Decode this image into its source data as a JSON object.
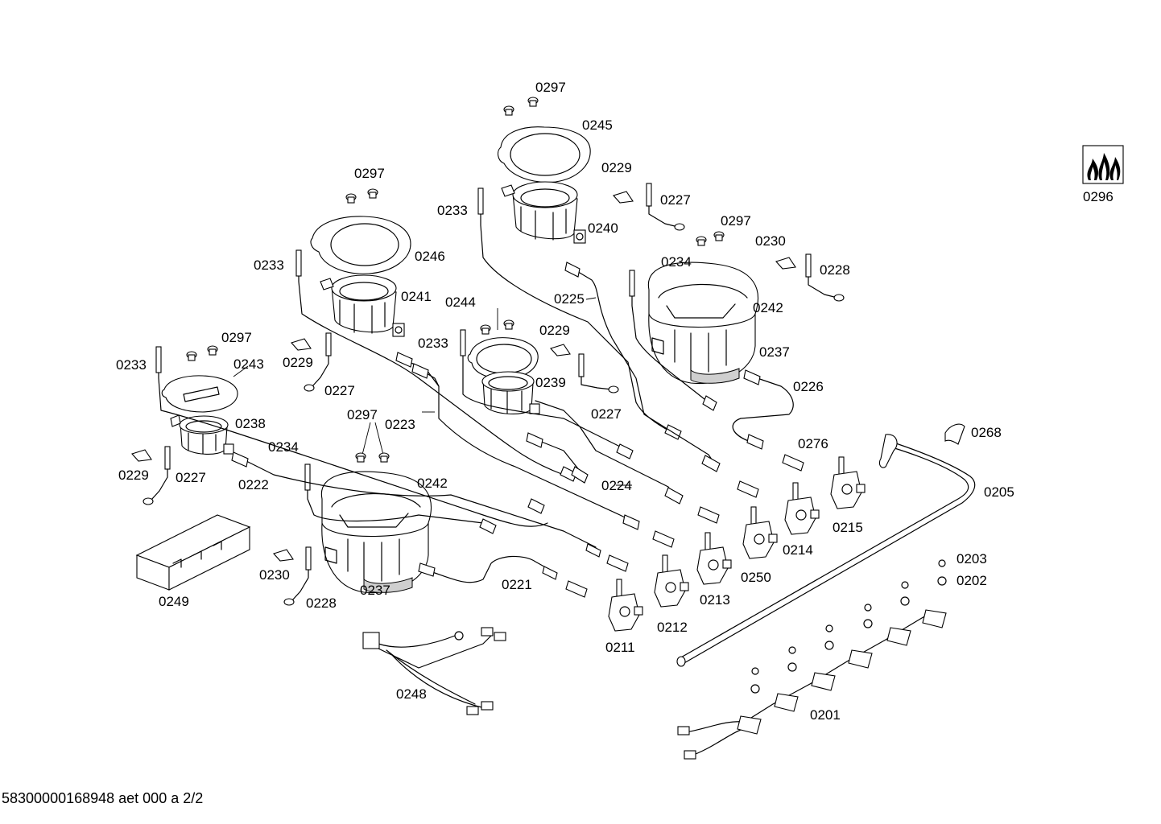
{
  "labels": {
    "l0297a": "0297",
    "l0245": "0245",
    "l0229a": "0229",
    "l0227a": "0227",
    "l0233a": "0233",
    "l0240": "0240",
    "l0297b": "0297",
    "l0246": "0246",
    "l0233b": "0233",
    "l0241": "0241",
    "l0297c": "0297",
    "l0230a": "0230",
    "l0228a": "0228",
    "l0234a": "0234",
    "l0242a": "0242",
    "l0225": "0225",
    "l0244": "0244",
    "l0229b": "0229",
    "l0233c": "0233",
    "l0237a": "0237",
    "l0297d": "0297",
    "l0229c": "0229",
    "l0239": "0239",
    "l0233d": "0233",
    "l0243": "0243",
    "l0227b": "0227",
    "l0226": "0226",
    "l0227c": "0227",
    "l0297e": "0297",
    "l0223": "0223",
    "l0238": "0238",
    "l0268": "0268",
    "l0234b": "0234",
    "l0276": "0276",
    "l0229d": "0229",
    "l0227d": "0227",
    "l0222": "0222",
    "l0242b": "0242",
    "l0224": "0224",
    "l0205": "0205",
    "l0215": "0215",
    "l0214": "0214",
    "l0203": "0203",
    "l0230b": "0230",
    "l0250": "0250",
    "l0202": "0202",
    "l0249": "0249",
    "l0228b": "0228",
    "l0237b": "0237",
    "l0221": "0221",
    "l0213": "0213",
    "l0212": "0212",
    "l0211": "0211",
    "l0248": "0248",
    "l0201": "0201",
    "l0296": "0296"
  },
  "footer": "58300000168948 aet 000 a 2/2"
}
